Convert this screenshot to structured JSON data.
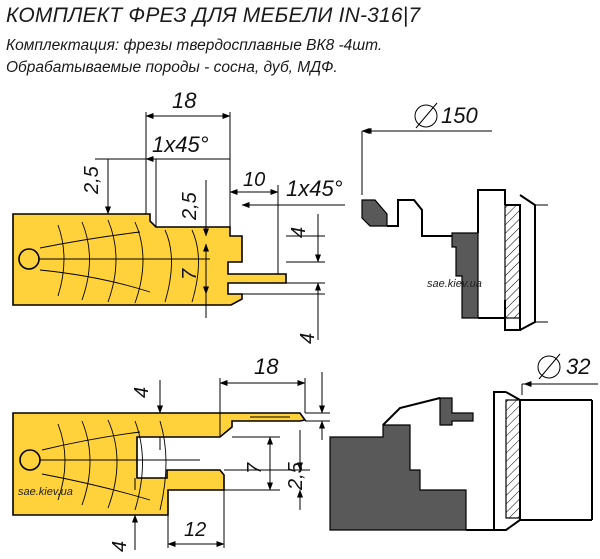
{
  "header": {
    "title": "КОМПЛЕКТ ФРЕЗ ДЛЯ МЕБЕЛИ IN-316|7",
    "line1": "Комплектация: фрезы твердосплавные ВК8 -4шт.",
    "line2": "Обрабатываемые породы - сосна, дуб, МДФ."
  },
  "top": {
    "dim_18": "18",
    "dim_chamfer1": "1x45°",
    "dim_2_5_left": "2,5",
    "dim_2_5_mid": "2,5",
    "dim_10": "10",
    "dim_chamfer2": "1x45°",
    "dim_4_top": "4",
    "dim_7": "7",
    "dim_4_bot": "4",
    "dia": "150",
    "watermark": "sae.kiev.ua"
  },
  "bottom": {
    "dim_4_top": "4",
    "dim_18": "18",
    "dim_7": "7",
    "dim_2_5": "2,5",
    "dim_12": "12",
    "dim_4_bot": "4",
    "dia": "32",
    "watermark": "sae.kiev.ua"
  },
  "colors": {
    "wood": "#ffd23c",
    "profile": "#595959"
  }
}
